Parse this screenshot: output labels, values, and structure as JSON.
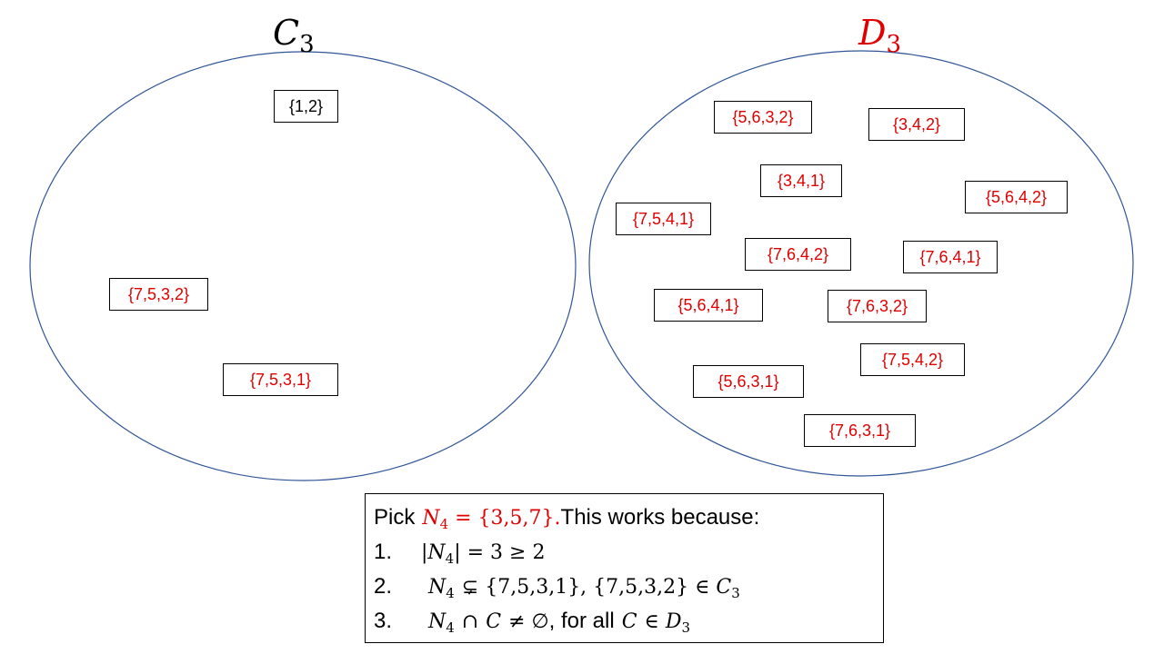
{
  "colors": {
    "ellipse_stroke": "#2f5597",
    "highlight": "#e00000",
    "text": "#000000"
  },
  "left_set": {
    "title_letter": "C",
    "title_sub": "3",
    "items": [
      {
        "label": "{1,2}",
        "color": "#000000"
      },
      {
        "label": "{7,5,3,2}",
        "color": "#e00000"
      },
      {
        "label": "{7,5,3,1}",
        "color": "#e00000"
      }
    ]
  },
  "right_set": {
    "title_letter": "D",
    "title_sub": "3",
    "items": [
      {
        "label": "{5,6,3,2}",
        "color": "#e00000"
      },
      {
        "label": "{3,4,2}",
        "color": "#e00000"
      },
      {
        "label": "{3,4,1}",
        "color": "#e00000"
      },
      {
        "label": "{5,6,4,2}",
        "color": "#e00000"
      },
      {
        "label": "{7,5,4,1}",
        "color": "#e00000"
      },
      {
        "label": "{7,6,4,2}",
        "color": "#e00000"
      },
      {
        "label": "{7,6,4,1}",
        "color": "#e00000"
      },
      {
        "label": "{5,6,4,1}",
        "color": "#e00000"
      },
      {
        "label": "{7,6,3,2}",
        "color": "#e00000"
      },
      {
        "label": "{7,5,4,2}",
        "color": "#e00000"
      },
      {
        "label": "{5,6,3,1}",
        "color": "#e00000"
      },
      {
        "label": "{7,6,3,1}",
        "color": "#e00000"
      }
    ]
  },
  "explanation": {
    "intro_pick": "Pick",
    "n_symbol": "N",
    "n_sub": "4",
    "n_value": " = {3,5,7}.",
    "intro_rest": " This works because:",
    "items": [
      {
        "number": "1.",
        "abs_open": "|",
        "abs_close": "| = 3 ≥ 2"
      },
      {
        "number": "2.",
        "subset": "⊊ {7,5,3,1}, {7,5,3,2} ∈ ",
        "c_symbol": "C",
        "c_sub": "3"
      },
      {
        "number": "3.",
        "cap": "∩",
        "c_var": "C",
        "neq_empty": "≠ ∅",
        "for_all": ", for all",
        "c_var2": "C",
        "elem": "∈ ",
        "d_symbol": "D",
        "d_sub": "3"
      }
    ]
  }
}
